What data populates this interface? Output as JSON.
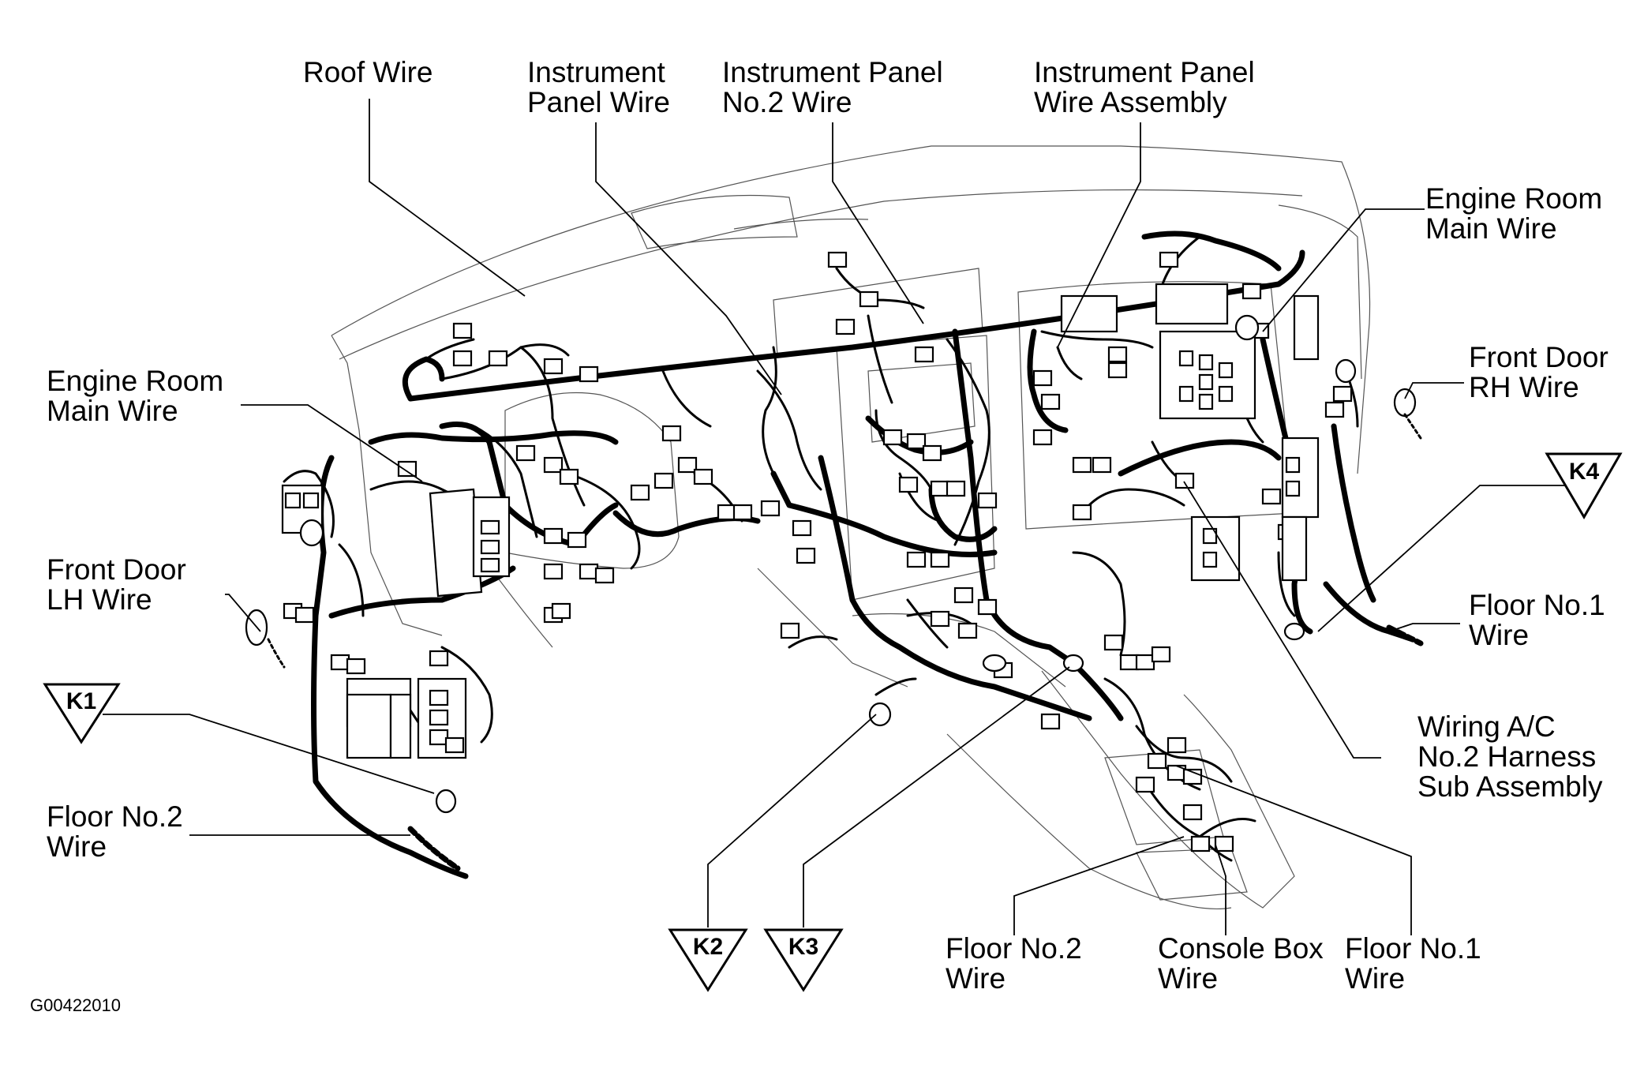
{
  "labels": {
    "roof_wire": "Roof Wire",
    "instrument_panel_wire": "Instrument\nPanel Wire",
    "instrument_panel_no2_wire": "Instrument Panel\nNo.2 Wire",
    "instrument_panel_wire_assembly": "Instrument Panel\nWire Assembly",
    "engine_room_main_wire_right": "Engine Room\nMain Wire",
    "engine_room_main_wire_left": "Engine Room\nMain Wire",
    "front_door_rh_wire": "Front Door\nRH Wire",
    "front_door_lh_wire": "Front Door\nLH Wire",
    "floor_no1_wire_right": "Floor No.1\nWire",
    "wiring_ac_no2_harness": "Wiring A/C\nNo.2 Harness\nSub Assembly",
    "floor_no2_wire_left": "Floor No.2\nWire",
    "floor_no2_wire_bottom": "Floor No.2\nWire",
    "console_box_wire": "Console Box\nWire",
    "floor_no1_wire_bottom": "Floor No.1\nWire"
  },
  "markers": {
    "k1": "K1",
    "k2": "K2",
    "k3": "K3",
    "k4": "K4"
  },
  "figure_code": "G00422010"
}
